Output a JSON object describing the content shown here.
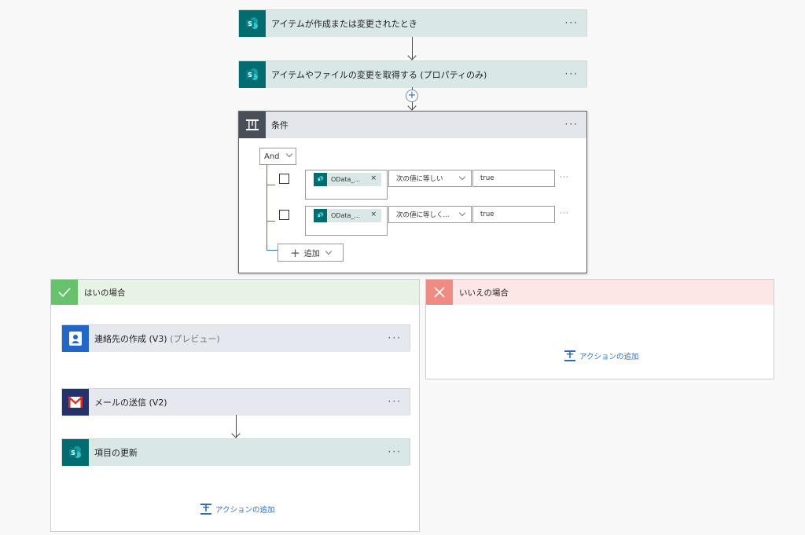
{
  "trigger": {
    "title": "アイテムが作成または変更されたとき",
    "more": "···"
  },
  "get_changes": {
    "title": "アイテムやファイルの変更を取得する (プロパティのみ)",
    "more": "···"
  },
  "insert_step": {
    "label": "+"
  },
  "condition": {
    "title": "条件",
    "more": "···",
    "group_operator": "And",
    "rows": [
      {
        "token": "OData_...",
        "token_remove": "×",
        "operator": "次の値に等しい",
        "value": "true",
        "more": "···"
      },
      {
        "token": "OData_...",
        "token_remove": "×",
        "operator": "次の値に等しく...",
        "value": "true",
        "more": "···"
      }
    ],
    "add_label": "追加"
  },
  "yes_branch": {
    "title": "はいの場合",
    "actions": [
      {
        "title": "連絡先の作成 (V3)",
        "suffix": "(プレビュー)",
        "more": "···",
        "icon": "contact-icon"
      },
      {
        "title": "メールの送信 (V2)",
        "more": "···",
        "icon": "gmail-icon"
      },
      {
        "title": "項目の更新",
        "more": "···",
        "icon": "sharepoint-icon"
      }
    ],
    "add_action": "アクションの追加"
  },
  "no_branch": {
    "title": "いいえの場合",
    "add_action": "アクションの追加"
  },
  "colors": {
    "sharepoint": "#036c70",
    "condition": "#484f58",
    "yes": "#68c26b",
    "no": "#f08b84",
    "link": "#2f6cb3"
  }
}
